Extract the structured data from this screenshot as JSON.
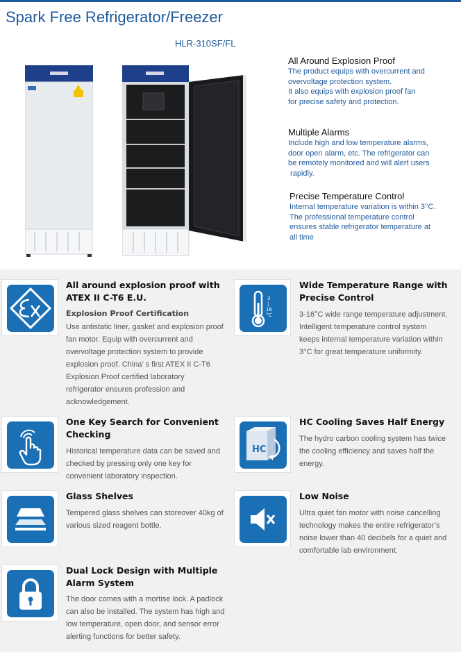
{
  "header": {
    "title": "Spark Free Refrigerator/Freezer",
    "model": "HLR-310SF/FL"
  },
  "top_features": [
    {
      "title": "All Around Explosion Proof",
      "lines": [
        "The product equips with overcurrent and",
        "overvoltage protection system.",
        "It also equips with explosion proof fan",
        "for precise safety and protection."
      ]
    },
    {
      "title": "Multiple Alarms",
      "lines": [
        "Include high and low temperature alarms,",
        "door open alarm, etc. The refrigerator can",
        "be remotely monitored and will alert users",
        " rapidly."
      ]
    },
    {
      "title": "Precise Temperature Control",
      "lines": [
        "Internal temperature variation is within 3°C.",
        "The professional temperature control",
        "ensures stable refrigerator temperature at",
        "all time"
      ]
    }
  ],
  "cards": [
    {
      "icon": "explosion-proof-ex-icon",
      "title_lines": [
        "All around explosion proof with",
        "ATEX II C-T6 E.U."
      ],
      "subtitle": "Explosion Proof Certification",
      "lines": [
        "Use antistatic liner, gasket and explosion proof",
        "fan motor. Equip with overcurrent and",
        "overvoltage protection system to provide",
        "explosion proof. China’ s first ATEX II C-T6",
        "Explosion Proof certified laboratory",
        "refrigerator ensures profession and",
        "acknowledgement."
      ]
    },
    {
      "icon": "thermometer-icon",
      "icon_labels": [
        "3",
        "|",
        "16",
        "°C"
      ],
      "title_lines": [
        "Wide Temperature Range with",
        "Precise Control"
      ],
      "lines": [
        "3-16°C wide range temperature adjustment.",
        "Intelligent temperature control system",
        "keeps internal temperature variation within",
        "3°C for great temperature uniformity."
      ]
    },
    {
      "icon": "touch-hand-icon",
      "title_lines": [
        "One Key Search for Convenient",
        "Checking"
      ],
      "lines": [
        "Historical temperature data can be saved and",
        "checked by pressing only one key for",
        "convenient laboratory inspection."
      ]
    },
    {
      "icon": "hc-cooling-icon",
      "icon_label": "HC",
      "title_lines": [
        "HC Cooling Saves Half Energy"
      ],
      "lines": [
        "The hydro carbon cooling system has twice",
        "the cooling efficiency and saves half the",
        "energy."
      ]
    },
    {
      "icon": "glass-shelves-icon",
      "title_lines": [
        "Glass Shelves"
      ],
      "lines": [
        "Tempered glass shelves can storeover 40kg of",
        "various sized reagent bottle."
      ]
    },
    {
      "icon": "speaker-mute-icon",
      "title_lines": [
        "Low Noise"
      ],
      "lines": [
        "Ultra quiet fan motor with noise cancelling",
        "technology makes the entire refrigerator’s",
        "noise lower than 40 decibels for a quiet and",
        "comfortable lab environment."
      ]
    },
    {
      "icon": "padlock-icon",
      "title_lines": [
        "Dual Lock Design with Multiple",
        "Alarm System"
      ],
      "lines": [
        "The door comes with a mortise lock. A padlock",
        "can also be installed. The system has high and",
        "low temperature, open door, and sensor error",
        "alerting functions for better safety."
      ]
    }
  ],
  "colors": {
    "brand_blue": "#1f5a9c",
    "icon_blue": "#1b6fb5",
    "panel_gray": "#f1f1f1"
  }
}
